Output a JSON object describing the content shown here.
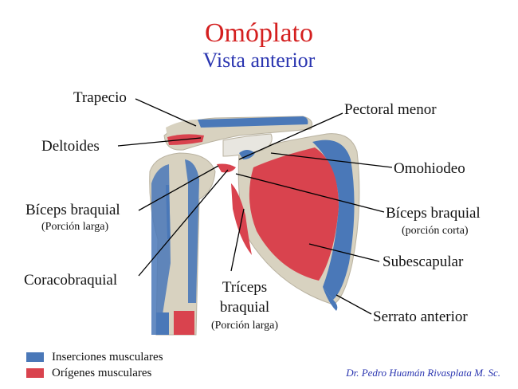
{
  "title": "Omóplato",
  "subtitle": "Vista anterior",
  "labels": {
    "trapecio": "Trapecio",
    "deltoides": "Deltoides",
    "biceps_larga": "Bíceps braquial",
    "biceps_larga_note": "(Porción larga)",
    "coracobraquial": "Coracobraquial",
    "triceps_line1": "Tríceps",
    "triceps_line2": "braquial",
    "triceps_note": "(Porción larga)",
    "pectoral_menor": "Pectoral menor",
    "omohiodeo": "Omohiodeo",
    "biceps_corta": "Bíceps braquial",
    "biceps_corta_note": "(porción corta)",
    "subescapular": "Subescapular",
    "serrato": "Serrato anterior"
  },
  "legend": {
    "insertions": "Inserciones musculares",
    "origins": "Orígenes musculares",
    "insertion_color": "#4a78b8",
    "origin_color": "#d9434e"
  },
  "credit": "Dr. Pedro Huamán Rivasplata M. Sc.",
  "colors": {
    "title": "#d41f1f",
    "subtitle": "#2a35b0",
    "bone": "#d8d2c0",
    "muscle_origin": "#d9434e",
    "muscle_insertion": "#4a78b8"
  }
}
